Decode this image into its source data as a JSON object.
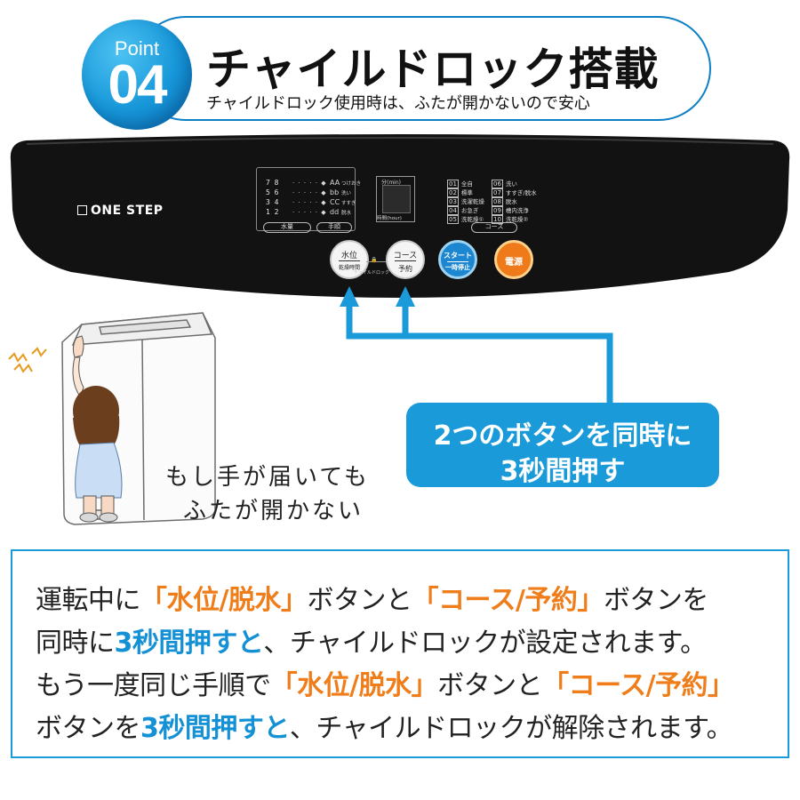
{
  "header": {
    "point_label": "Point",
    "point_number": "04",
    "title": "チャイルドロック搭載",
    "subtitle": "チャイルドロック使用時は、ふたが開かないので安心"
  },
  "panel": {
    "brand": "ONE STEP",
    "water_levels": [
      "7  8",
      "5  6",
      "3  4",
      "1  2"
    ],
    "steps": [
      {
        "code": "AA",
        "label": "つけおき"
      },
      {
        "code": "bb",
        "label": "洗い"
      },
      {
        "code": "CC",
        "label": "すすぎ"
      },
      {
        "code": "dd",
        "label": "脱水"
      }
    ],
    "water_label": "水量",
    "step_label": "手順",
    "display_top": "分(min)",
    "display_bottom": "時間(hour)",
    "courses": [
      {
        "no": "01",
        "name": "全自"
      },
      {
        "no": "02",
        "name": "標準"
      },
      {
        "no": "03",
        "name": "洗濯乾燥"
      },
      {
        "no": "04",
        "name": "お急ぎ"
      },
      {
        "no": "05",
        "name": "洗乾燥①"
      },
      {
        "no": "06",
        "name": "洗い"
      },
      {
        "no": "07",
        "name": "すすぎ/脱水"
      },
      {
        "no": "08",
        "name": "脱水"
      },
      {
        "no": "09",
        "name": "槽内洗浄"
      },
      {
        "no": "10",
        "name": "洗乾燥②"
      }
    ],
    "course_label": "コース",
    "btn_water_top": "水位",
    "btn_water_bottom": "乾燥時間",
    "btn_course_top": "コース",
    "btn_course_bottom": "予約",
    "lock_text": "チャイルドロック",
    "btn_start_top": "スタート",
    "btn_start_bottom": "一時停止",
    "btn_power": "電源"
  },
  "callout": {
    "line1": "2つのボタンを同時に",
    "line2": "3秒間押す"
  },
  "illustration": {
    "note_line1": "もし手が届いても",
    "note_line2": "ふたが開かない"
  },
  "info": {
    "l1_a": "運転中に",
    "l1_b": "「水位/脱水」",
    "l1_c": "ボタンと",
    "l1_d": "「コース/予約」",
    "l1_e": "ボタンを",
    "l2_a": "同時に",
    "l2_b": "3秒間押すと",
    "l2_c": "、チャイルドロックが設定されます。",
    "l3_a": "もう一度同じ手順で",
    "l3_b": "「水位/脱水」",
    "l3_c": "ボタンと",
    "l3_d": "「コース/予約」",
    "l4_a": "ボタンを",
    "l4_b": "3秒間押すと",
    "l4_c": "、チャイルドロックが解除されます。"
  },
  "colors": {
    "accent_blue": "#1a9ad9",
    "accent_orange": "#ee7d1a",
    "panel": "#111111"
  }
}
